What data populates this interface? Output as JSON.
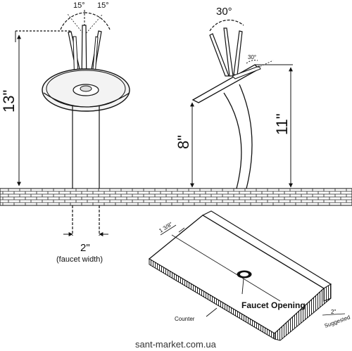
{
  "labels": {
    "angle_left": "15°",
    "angle_right": "15°",
    "height_total": "13\"",
    "angle_top": "30°",
    "angle_spout": "30°",
    "height_spout": "8\"",
    "height_side": "11\"",
    "faucet_width_value": "2\"",
    "faucet_width_note": "(faucet width)",
    "offset_value": "1 3/8\"",
    "faucet_opening": "Faucet Opening",
    "counter": "Counter",
    "suggested_value": "2\"",
    "suggested_note": "Suggested",
    "watermark": "sant-market.com.ua"
  },
  "colors": {
    "line": "#111111",
    "bowl_fill": "#f3f3f3",
    "counter_fill": "#ffffff"
  }
}
